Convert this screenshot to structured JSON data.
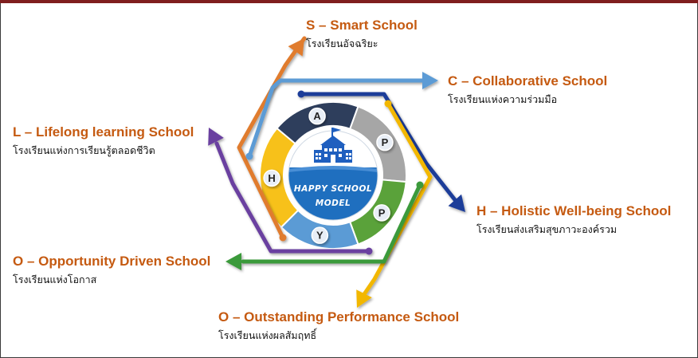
{
  "center": {
    "line1": "HAPPY SCHOOL",
    "line2": "MODEL",
    "icon": "school-building-icon"
  },
  "ring_letters": [
    "H",
    "A",
    "P",
    "P",
    "Y"
  ],
  "items": {
    "smart": {
      "en": "S – Smart School",
      "th": "โรงเรียนอัจฉริยะ",
      "color": "#e07b2e"
    },
    "collaborative": {
      "en": "C – Collaborative School",
      "th": "โรงเรียนแห่งความร่วมมือ",
      "color": "#5b9bd5"
    },
    "holistic": {
      "en": "H – Holistic Well-being School",
      "th": "โรงเรียนส่งเสริมสุขภาวะองค์รวม",
      "color": "#1f3d99"
    },
    "outstanding": {
      "en": "O – Outstanding Performance School",
      "th": "โรงเรียนแห่งผลสัมฤทธิ์",
      "color": "#f2b705"
    },
    "opportunity": {
      "en": "O – Opportunity Driven School",
      "th": "โรงเรียนแห่งโอกาส",
      "color": "#3b9a3b"
    },
    "lifelong": {
      "en": "L – Lifelong learning School",
      "th": "โรงเรียนแห่งการเรียนรู้ตลอดชีวิต",
      "color": "#6a3fa0"
    }
  },
  "colors": {
    "title_text": "#c55a11",
    "ring_yellow": "#f7c11a",
    "ring_navy": "#2e3e5c",
    "ring_gray": "#a6a6a6",
    "ring_green": "#5aa23a",
    "ring_blue": "#5b9bd5",
    "center_blue": "#1f6fbf"
  }
}
